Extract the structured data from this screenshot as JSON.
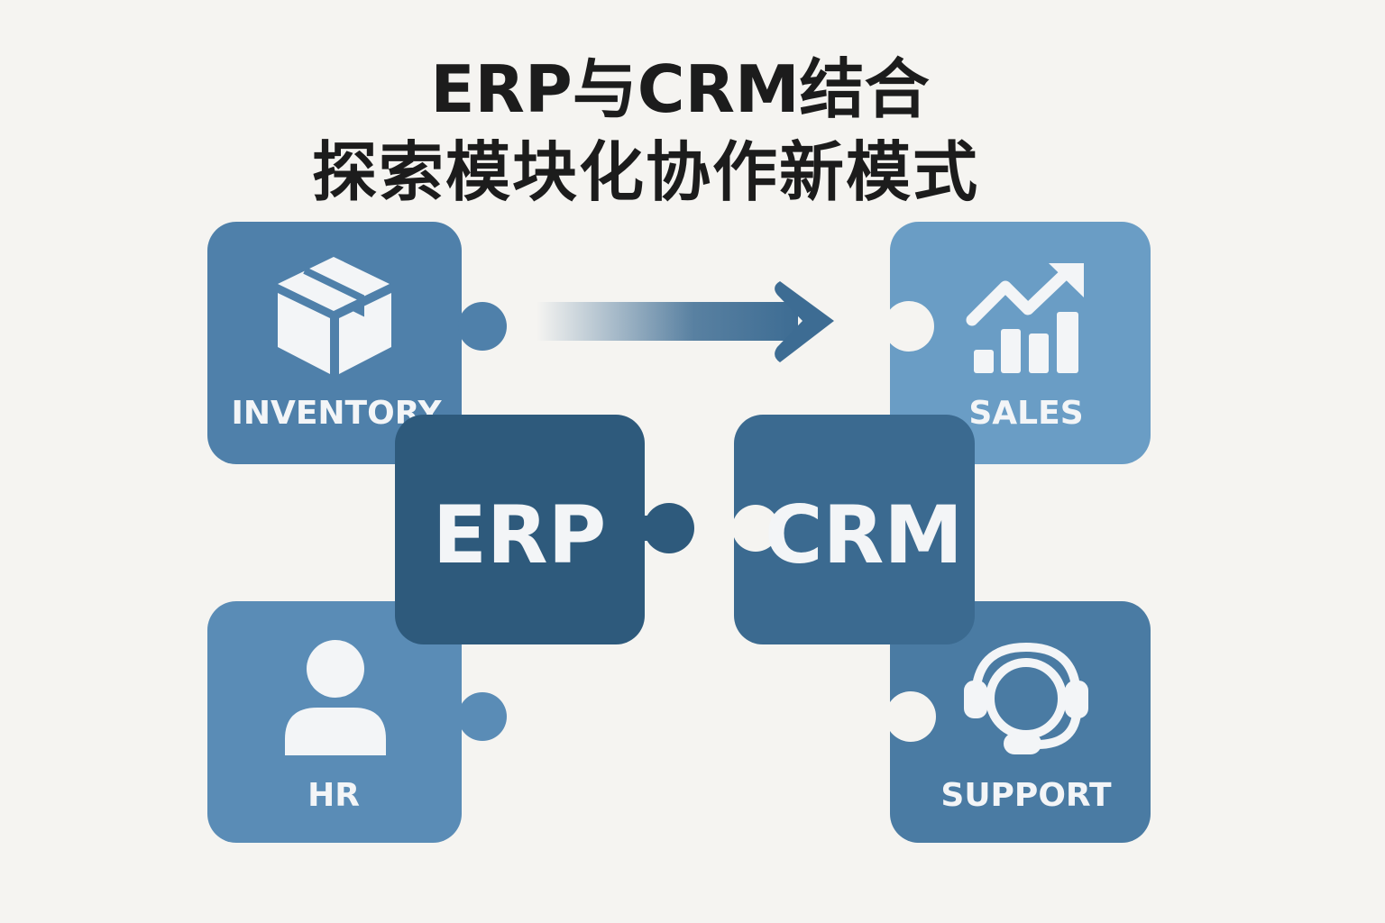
{
  "title": {
    "line1": "ERP与CRM结合",
    "line2": "探索模块化协作新模式"
  },
  "pieces": {
    "inventory": {
      "label": "INVENTORY",
      "icon": "box-icon",
      "color": "#4f80aa"
    },
    "sales": {
      "label": "SALES",
      "icon": "bar-chart-trend-icon",
      "color": "#6a9dc5"
    },
    "hr": {
      "label": "HR",
      "icon": "person-icon",
      "color": "#5a8cb6"
    },
    "support": {
      "label": "SUPPORT",
      "icon": "headset-icon",
      "color": "#4a7ba3"
    },
    "erp": {
      "label": "ERP",
      "color": "#2e5a7c"
    },
    "crm": {
      "label": "CRM",
      "color": "#3b6a90"
    }
  },
  "colors": {
    "background": "#f5f4f1",
    "arrow": "#3d6c93"
  }
}
